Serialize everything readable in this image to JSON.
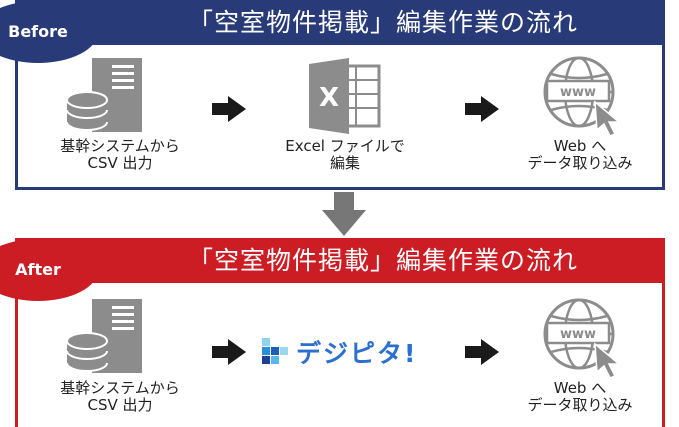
{
  "before": {
    "tag": "Before",
    "title": "「空室物件掲載」編集作業の流れ",
    "step1": {
      "line1": "基幹システムから",
      "line2": "CSV 出力"
    },
    "step2": {
      "line1": "Excel ファイルで",
      "line2": "編集"
    },
    "step3": {
      "line1": "Web へ",
      "line2": "データ取り込み"
    }
  },
  "after": {
    "tag": "After",
    "title": "「空室物件掲載」編集作業の流れ",
    "step1": {
      "line1": "基幹システムから",
      "line2": "CSV 出力"
    },
    "brand": "デジピタ!",
    "step3": {
      "line1": "Web へ",
      "line2": "データ取り込み"
    }
  },
  "icons": {
    "excel_letter": "X",
    "www_label": "www"
  },
  "colors": {
    "before": "#283b78",
    "after": "#cc1d24",
    "icon_gray": "#8c8c8c",
    "arrow": "#1a1a1a",
    "transition_arrow": "#777777"
  }
}
